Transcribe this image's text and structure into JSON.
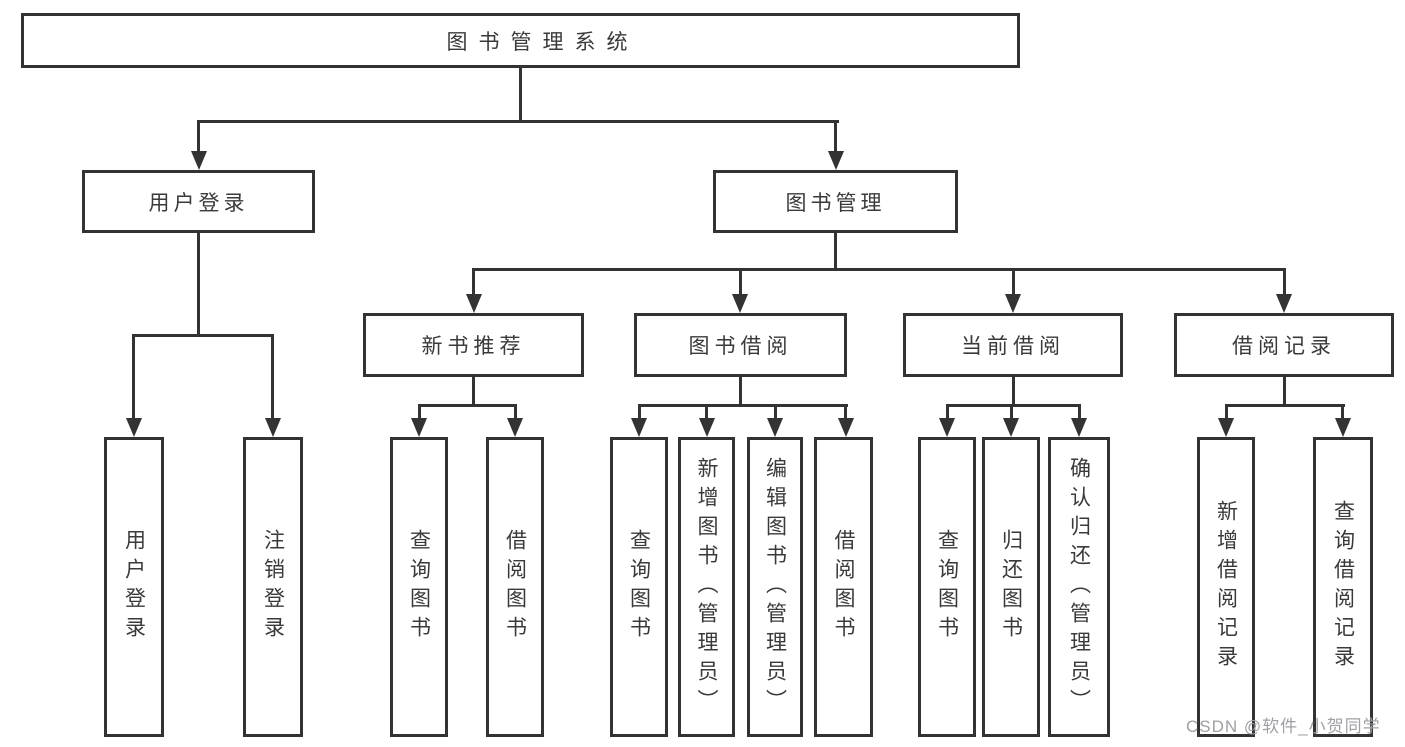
{
  "diagram": {
    "root": {
      "label": "图书管理系统"
    },
    "level2": [
      {
        "id": "user-login",
        "label": "用户登录",
        "parent": "图书管理系统"
      },
      {
        "id": "book-management",
        "label": "图书管理",
        "parent": "图书管理系统"
      }
    ],
    "level3": [
      {
        "id": "new-book-recommend",
        "label": "新书推荐",
        "parent": "图书管理"
      },
      {
        "id": "book-borrow",
        "label": "图书借阅",
        "parent": "图书管理"
      },
      {
        "id": "current-borrow",
        "label": "当前借阅",
        "parent": "图书管理"
      },
      {
        "id": "borrow-records",
        "label": "借阅记录",
        "parent": "图书管理"
      }
    ],
    "leaves": [
      {
        "label": "用户登录",
        "parent": "用户登录"
      },
      {
        "label": "注销登录",
        "parent": "用户登录"
      },
      {
        "label": "查询图书",
        "parent": "新书推荐"
      },
      {
        "label": "借阅图书",
        "parent": "新书推荐"
      },
      {
        "label": "查询图书",
        "parent": "图书借阅"
      },
      {
        "label": "新增图书（管理员）",
        "parent": "图书借阅"
      },
      {
        "label": "编辑图书（管理员）",
        "parent": "图书借阅"
      },
      {
        "label": "借阅图书",
        "parent": "图书借阅"
      },
      {
        "label": "查询图书",
        "parent": "当前借阅"
      },
      {
        "label": "归还图书",
        "parent": "当前借阅"
      },
      {
        "label": "确认归还（管理员）",
        "parent": "当前借阅"
      },
      {
        "label": "新增借阅记录",
        "parent": "借阅记录"
      },
      {
        "label": "查询借阅记录",
        "parent": "借阅记录"
      }
    ],
    "watermark": "CSDN @软件_小贺同学",
    "colors": {
      "background": "#ffffff",
      "line": "#333333",
      "text": "#3a3a3a",
      "watermark": "#9ea0a4"
    }
  }
}
